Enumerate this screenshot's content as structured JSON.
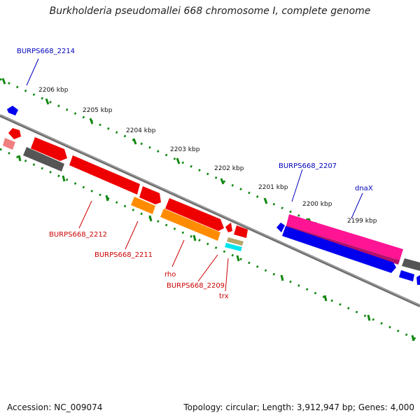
{
  "title": "Burkholderia pseudomallei 668 chromosome I, complete genome",
  "footer": {
    "accession": "Accession: NC_009074",
    "topology": "Topology: circular; Length: 3,912,947 bp; Genes: 4,000"
  },
  "colors": {
    "backbone": "#808080",
    "ticks": "#118811",
    "red_gene": "#ee0000",
    "orange_gene": "#ff8c00",
    "blue_gene": "#0000ee",
    "pink_gene": "#ff1493",
    "gray_gene": "#555555",
    "cyan_gene": "#00e5ee",
    "label_blue": "#0000bb",
    "label_red": "#cc0000"
  },
  "scale": {
    "unit": "kbp",
    "labels": [
      "2206 kbp",
      "2205 kbp",
      "2204 kbp",
      "2203 kbp",
      "2202 kbp",
      "2201 kbp",
      "2200 kbp",
      "2199 kbp"
    ]
  },
  "gene_labels": {
    "top": [
      "BURPS668_2214",
      "BURPS668_2207",
      "dnaX"
    ],
    "bottom": [
      "BURPS668_2212",
      "BURPS668_2211",
      "rho",
      "BURPS668_2209",
      "trx"
    ]
  },
  "gene_tracks": {
    "forward_strand": [
      "blue-gene",
      "pink-gene"
    ],
    "reverse_strand": [
      "red-gene",
      "orange-gene",
      "gray-gene",
      "cyan-gene"
    ]
  }
}
